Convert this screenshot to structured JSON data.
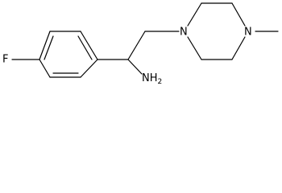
{
  "structure": {
    "atoms": {
      "fluorine": "F",
      "amine": "NH",
      "amine_subscript": "2",
      "piperazine_n1": "N",
      "piperazine_n4": "N"
    },
    "colors": {
      "bond": "#000000",
      "background": "#ffffff"
    }
  }
}
